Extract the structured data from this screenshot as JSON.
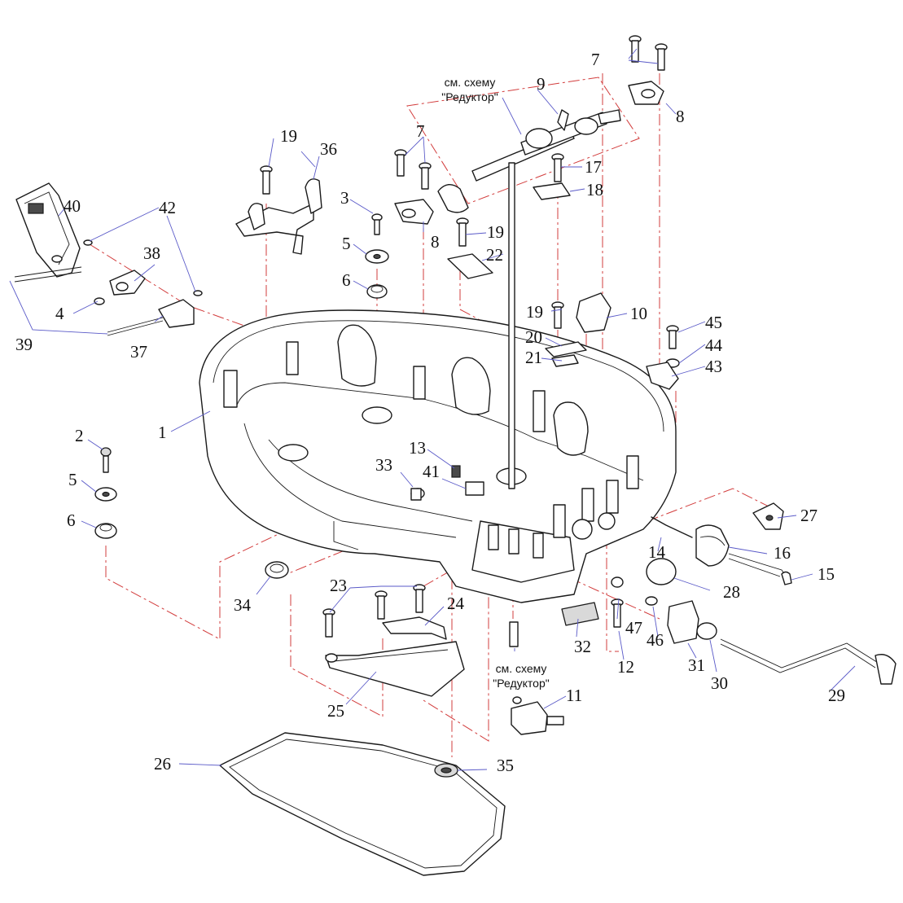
{
  "notes": [
    {
      "id": "note-top",
      "line1": "см. схему",
      "line2": "\"Редуктор\""
    },
    {
      "id": "note-bottom",
      "line1": "см. схему",
      "line2": "\"Редуктор\""
    }
  ],
  "callouts": {
    "c1": "1",
    "c2": "2",
    "c3": "3",
    "c4": "4",
    "c5a": "5",
    "c5b": "5",
    "c6a": "6",
    "c6b": "6",
    "c7a": "7",
    "c7b": "7",
    "c8a": "8",
    "c8b": "8",
    "c9": "9",
    "c10": "10",
    "c11": "11",
    "c12": "12",
    "c13": "13",
    "c14": "14",
    "c15": "15",
    "c16": "16",
    "c17": "17",
    "c18": "18",
    "c19a": "19",
    "c19b": "19",
    "c19c": "19",
    "c20": "20",
    "c21": "21",
    "c22": "22",
    "c23": "23",
    "c24": "24",
    "c25": "25",
    "c26": "26",
    "c27": "27",
    "c28": "28",
    "c29": "29",
    "c30": "30",
    "c31": "31",
    "c32": "32",
    "c33": "33",
    "c34": "34",
    "c35": "35",
    "c36": "36",
    "c37": "37",
    "c38": "38",
    "c39": "39",
    "c40": "40",
    "c41": "41",
    "c42": "42",
    "c43": "43",
    "c44": "44",
    "c45": "45",
    "c46": "46",
    "c47": "47"
  },
  "colors": {
    "line": "#1a1a1a",
    "leader": "#5a5ac8",
    "dash": "#d23c3c",
    "background": "#ffffff"
  }
}
